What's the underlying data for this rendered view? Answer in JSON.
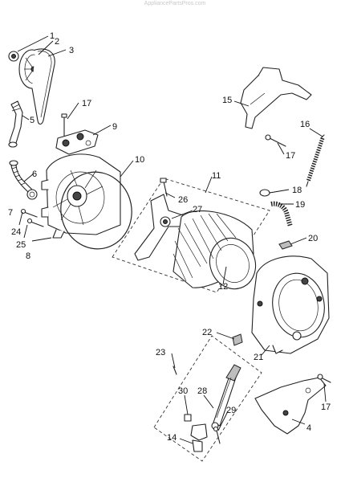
{
  "watermark": "AppliancePartsPros.com",
  "callouts": {
    "c1": "1",
    "c2": "2",
    "c3": "3",
    "c4": "4",
    "c5": "5",
    "c6": "6",
    "c7": "7",
    "c8": "8",
    "c9": "9",
    "c10": "10",
    "c11": "11",
    "c12": "12",
    "c14": "14",
    "c15": "15",
    "c16": "16",
    "c17a": "17",
    "c17b": "17",
    "c17c": "17",
    "c18": "18",
    "c19": "19",
    "c20": "20",
    "c21": "21",
    "c22": "22",
    "c23": "23",
    "c24": "24",
    "c25": "25",
    "c26": "26",
    "c27": "27",
    "c28": "28",
    "c29": "29",
    "c30": "30"
  }
}
